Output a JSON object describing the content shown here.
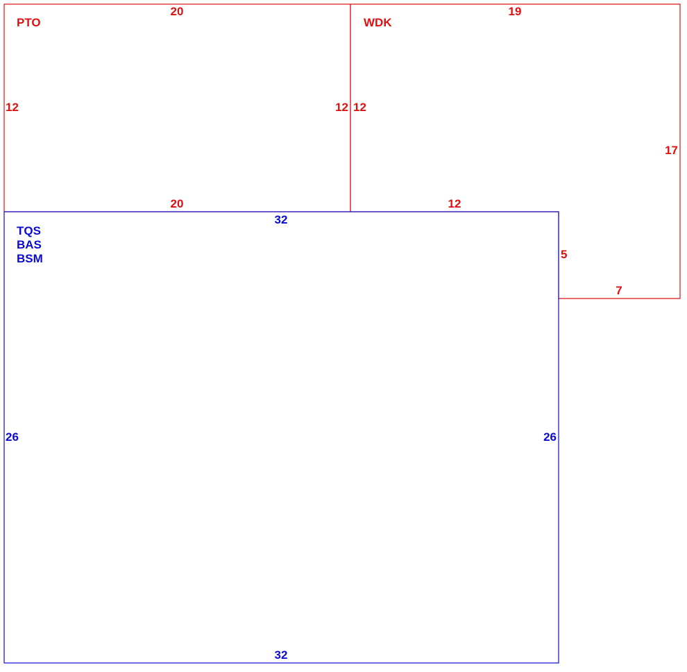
{
  "colors": {
    "upper_areas": "#e01010",
    "lower_area": "#0a0ad0"
  },
  "areas": [
    {
      "id": "pto",
      "labels": [
        "PTO"
      ],
      "dimensions": {
        "top": "20",
        "left": "12",
        "right": "12",
        "bottom": "20"
      }
    },
    {
      "id": "wdk",
      "labels": [
        "WDK"
      ],
      "dimensions": {
        "top": "19",
        "left": "12",
        "right": "17",
        "bottom": "12",
        "notch_side": "5",
        "notch_bottom": "7"
      }
    },
    {
      "id": "lower",
      "labels": [
        "TQS",
        "BAS",
        "BSM"
      ],
      "dimensions": {
        "top": "32",
        "left": "26",
        "right": "26",
        "bottom": "32"
      }
    }
  ]
}
